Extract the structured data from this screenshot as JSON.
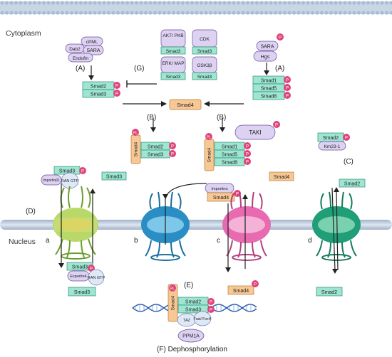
{
  "labels": {
    "cytoplasm": "Cytoplasm",
    "nucleus": "Nucleus",
    "A_left": "(A)",
    "A_right": "(A)",
    "G": "(G)",
    "B_left": "(B)",
    "B_right": "(B)",
    "C": "(C)",
    "D": "(D)",
    "E": "(E)",
    "F": "(F)",
    "F_text": "Dephosphorylation",
    "pore_a": "a",
    "pore_b": "b",
    "pore_c": "c",
    "pore_d": "d"
  },
  "proteins": {
    "cpml": "cPML",
    "dab2": "Dab2",
    "sara": "SARA",
    "endofin": "Endofin",
    "hgs": "Hgs",
    "akt": "AKT/ PKB",
    "cdk": "CDK",
    "erk": "ERK/ MAP",
    "gsk": "GSK3β",
    "smad1": "Smad1",
    "smad2": "Smad2",
    "smad3": "Smad3",
    "smad4": "Smad4",
    "smad5": "Smad5",
    "smad8": "Smad8",
    "taki": "TAKI",
    "km23": "Km23-1",
    "importin_b1": "Importinβ1",
    "importin_a": "Importinα",
    "ran_gtp": "RAN GTP",
    "exportin4": "Exportin4",
    "taz": "TAZ",
    "fast": "Fast/ FoxH",
    "ppm1a": "PPM1A",
    "p": "P",
    "pl": "PL"
  },
  "colors": {
    "teal": "#9ee6d2",
    "smad4": "#f7c894",
    "purple": "#ddd2f2",
    "pink": "#e0437a",
    "membrane": "#c9d6e6"
  }
}
